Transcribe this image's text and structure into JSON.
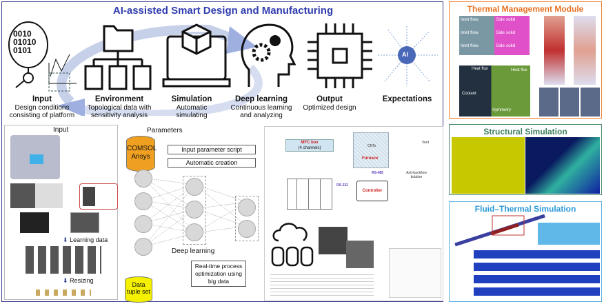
{
  "title": "AI-assisted Smart Design and Manufacturing",
  "steps": [
    {
      "name": "Input",
      "desc": "Design conditions consisting of platform",
      "icon": "binary-molecule-icon",
      "binary": [
        "0010",
        "01010",
        "0101"
      ]
    },
    {
      "name": "Environment",
      "desc": "Topological data with sensitivity analysis",
      "icon": "folder-tree-icon"
    },
    {
      "name": "Simulation",
      "desc": "Automatic simulating",
      "icon": "laptop-cube-icon"
    },
    {
      "name": "Deep learning",
      "desc": "Continuous learning and analyzing",
      "icon": "head-gears-icon"
    },
    {
      "name": "Output",
      "desc": "Optimized design",
      "icon": "chip-icon"
    },
    {
      "name": "Expectations",
      "desc": "",
      "icon": "ai-network-icon",
      "center": "AI"
    }
  ],
  "lower": {
    "input_label": "Input",
    "learning_data": "Learning data",
    "resizing": "Resizing",
    "parameters": "Parameters",
    "software": [
      "COMSOL",
      "Ansys"
    ],
    "input_script": "Input parameter script",
    "automatic_creation": "Automatic creation",
    "deep_learning": "Deep learning",
    "realtime": "Real-time process optimization using big data",
    "data_tuple": [
      "Data",
      "tuple set"
    ],
    "mfc": [
      "MFC box",
      "(4 channels)"
    ],
    "furnace": "Furnace",
    "controller": "Controller",
    "rs485": "RS-485",
    "rs232": "RS-232",
    "vent": "Vent",
    "bubbler": "Anti-backflow bubbler",
    "cnts": "CNTs"
  },
  "thermal": {
    "title": "Thermal Management Module",
    "rows": [
      [
        "Inlet flow",
        "Side solid"
      ],
      [
        "Inlet flow",
        "Side solid"
      ],
      [
        "Inlet flow",
        "Side solid"
      ]
    ],
    "heat_flux": "Heat flux",
    "coolant": "Coolant",
    "symmetry": "Symmetry"
  },
  "structural": {
    "title": "Structural Simulation"
  },
  "fluid": {
    "title": "Fluid–Thermal Simulation"
  },
  "colors": {
    "title": "#2f3cae",
    "thermal": "#f08030",
    "structural": "#3f7f5f",
    "fluid": "#2a9ad8",
    "cylinder_orange": "#f0a020",
    "cylinder_yellow": "#f4f000",
    "red_label": "#d02020"
  }
}
